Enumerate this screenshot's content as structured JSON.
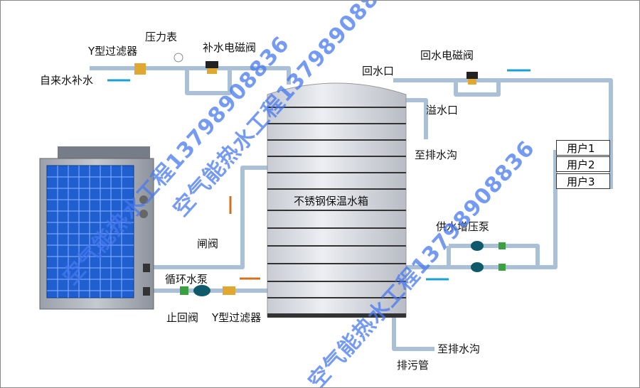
{
  "labels": {
    "tap_water_inlet": "自来水补水",
    "y_filter_top": "Y型过滤器",
    "pressure_gauge": "压力表",
    "makeup_solenoid": "补水电磁阀",
    "return_port": "回水口",
    "return_solenoid": "回水电磁阀",
    "overflow_port": "溢水口",
    "to_drain_top": "至排水沟",
    "tank": "不锈钢保温水箱",
    "users": [
      "用户1",
      "用户2",
      "用户3"
    ],
    "supply_pump": "供水增压泵",
    "gate_valve": "闸阀",
    "circ_pump": "循环水泵",
    "check_valve": "止回阀",
    "y_filter_bottom": "Y型过滤器",
    "to_drain_bottom": "至排水沟",
    "sewage_pipe": "排污管"
  },
  "watermarks": [
    "空气能热水工程13798908836",
    "空气能热水工程13798908836",
    "空气能热水工程13798908836"
  ],
  "colors": {
    "pipe": "#b8cde0",
    "tank": "#d4d7df",
    "panel": "#1f5fd0",
    "valve_yellow": "#e0a830",
    "arrow_blue": "#1aa0d8",
    "arrow_orange": "#d07020",
    "watermark": "#4678f0"
  }
}
